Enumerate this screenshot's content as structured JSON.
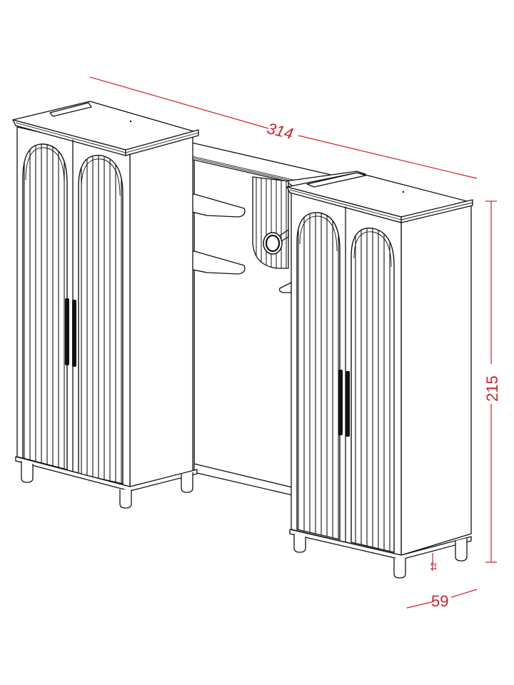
{
  "drawing": {
    "subject": "Entryway hall furniture set: two tall arched fluted-door cabinets with connecting wall panel, shelves and round mirror",
    "line_color": "#111111",
    "dimension_color": "#d0202a"
  },
  "dimensions": {
    "width": {
      "label": "314",
      "italic": true
    },
    "height": {
      "label": "215"
    },
    "depth": {
      "label": "59"
    },
    "leg_height": {
      "label": "12"
    }
  },
  "components": [
    {
      "name": "left-cabinet",
      "doors": 2,
      "door_style": "arched fluted",
      "handles": 2
    },
    {
      "name": "center-panel",
      "shelves": 2,
      "mirror": "round",
      "fluted_arch_backing": true
    },
    {
      "name": "right-cabinet",
      "doors": 2,
      "door_style": "arched fluted",
      "handles": 2
    }
  ]
}
